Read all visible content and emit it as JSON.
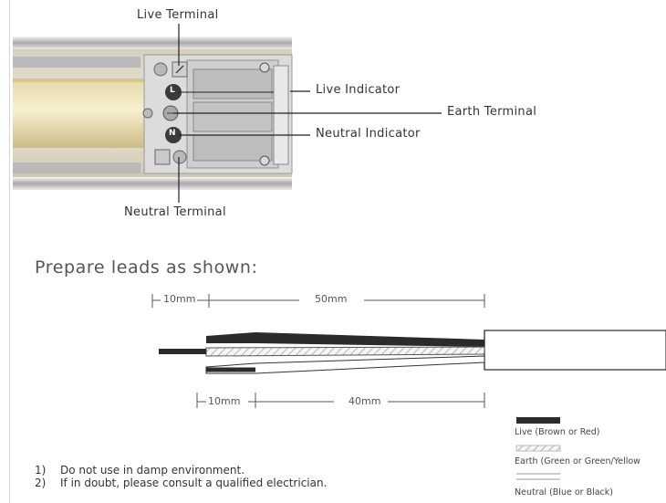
{
  "terminal_diagram": {
    "live_terminal": "Live Terminal",
    "live_indicator": "Live Indicator",
    "earth_terminal": "Earth Terminal",
    "neutral_indicator": "Neutral Indicator",
    "neutral_terminal": "Neutral Terminal",
    "marker_live": "L",
    "marker_neutral": "N"
  },
  "leads": {
    "title": "Prepare leads as shown:",
    "dim_top_short": "10mm",
    "dim_top_long": "50mm",
    "dim_bottom_short": "10mm",
    "dim_bottom_long": "40mm"
  },
  "legend": [
    {
      "label": "Live (Brown or Red)",
      "color": "#2b2b2b"
    },
    {
      "label": "Earth (Green or Green/Yellow",
      "color": "#cfcfcf"
    },
    {
      "label": "Neutral (Blue or Black)",
      "color": "#ffffff"
    }
  ],
  "notes": [
    {
      "num": "1)",
      "text": "Do not use in damp environment."
    },
    {
      "num": "2)",
      "text": "If in doubt, please consult a qualified electrician."
    }
  ]
}
